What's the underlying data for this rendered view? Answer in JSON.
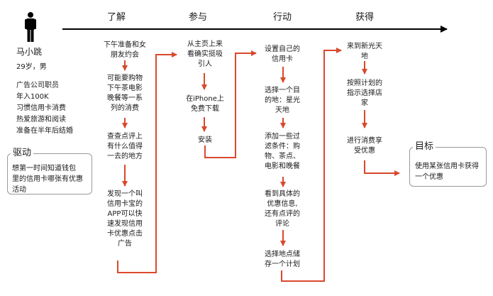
{
  "persona": {
    "icon": "person-icon",
    "name": "马小跳",
    "age": "29岁，男",
    "traits": [
      "广告公司职员",
      "年入100K",
      "习惯信用卡消费",
      "热爱旅游和阅读",
      "准备在半年后结婚"
    ]
  },
  "drive": {
    "title": "驱动",
    "text": [
      "想第一时间知道钱包",
      "里的信用卡哪张有优惠",
      "活动"
    ]
  },
  "goal": {
    "title": "目标",
    "text": [
      "使用某张信用卡获得",
      "一个优惠"
    ]
  },
  "stages": [
    "了解",
    "参与",
    "行动",
    "获得"
  ],
  "steps": {
    "understand": [
      [
        "下午准备和女",
        "朋友约会"
      ],
      [
        "可能要购物",
        "下午茶电影",
        "晚餐等一系",
        "列的消费"
      ],
      [
        "查查点评上",
        "有什么值得",
        "一去的地方"
      ],
      [
        "发现一个叫",
        "信用卡宝的",
        "APP可以快",
        "速发现信用",
        "卡优惠点击",
        "广告"
      ]
    ],
    "engage": [
      [
        "从主页上来",
        "看确实挺吸",
        "引人"
      ],
      [
        "在iPhone上",
        "免费下载"
      ],
      [
        "安装"
      ]
    ],
    "act": [
      [
        "设置自己的",
        "信用卡"
      ],
      [
        "选择一个目",
        "的地：星光",
        "天地"
      ],
      [
        "添加一些过",
        "滤条件：购",
        "物、茶点、",
        "电影和晚餐"
      ],
      [
        "看到具体的",
        "优惠信息,",
        "还有点评的",
        "评论"
      ],
      [
        "选择地点储",
        "存一个计划"
      ]
    ],
    "obtain": [
      [
        "来到新光天",
        "地"
      ],
      [
        "按照计划的",
        "指示选择店",
        "家"
      ],
      [
        "进行消费享",
        "受优惠"
      ]
    ]
  },
  "colors": {
    "arrow": "#d9482b",
    "timeline": "#000000",
    "box_border": "#9a9a9a"
  }
}
